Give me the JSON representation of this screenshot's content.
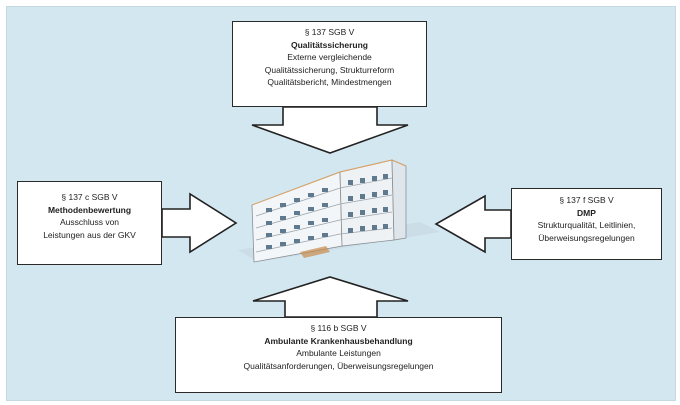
{
  "boxes": {
    "top": {
      "lines": [
        "§ 137 SGB V",
        "Qualitätssicherung",
        "Externe vergleichende",
        "Qualitätssicherung, Strukturreform",
        "Qualitätsbericht, Mindestmengen"
      ],
      "bold_index": 1
    },
    "left": {
      "lines": [
        "§ 137 c SGB V",
        "Methodenbewertung",
        "Ausschluss von",
        "Leistungen aus der GKV"
      ],
      "bold_index": 1
    },
    "right": {
      "lines": [
        "§ 137 f SGB V",
        "DMP",
        "Strukturqualität, Leitlinien,",
        "Überweisungsregelungen"
      ],
      "bold_index": 1
    },
    "bottom": {
      "lines": [
        "§ 116 b SGB V",
        "Ambulante Krankenhausbehandlung",
        "Ambulante Leistungen",
        "Qualitätsanforderungen, Überweisungsregelungen"
      ],
      "bold_index": 1
    }
  },
  "colors": {
    "background": "#d3e7f1",
    "box_border": "#2a2a2a",
    "arrow_fill": "#ffffff",
    "arrow_stroke": "#222222"
  },
  "center_image": "hospital-building-illustration"
}
